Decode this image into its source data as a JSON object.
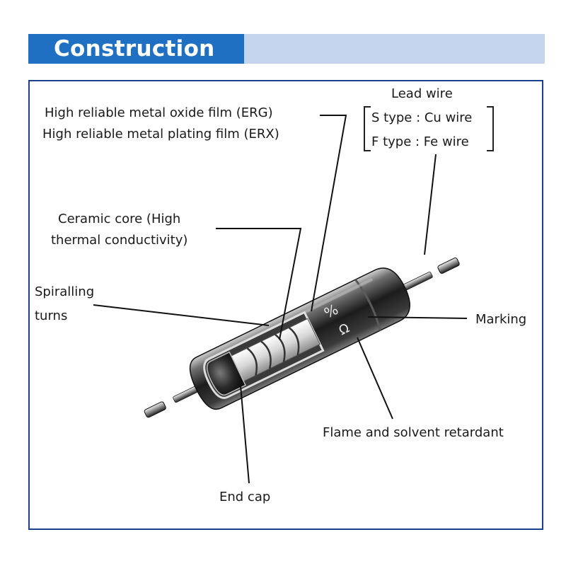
{
  "header": {
    "title": "Construction",
    "title_bg": "#1f6fc2",
    "band_bg": "#c5d5ee",
    "frame_color": "#1a3f8c"
  },
  "labels": {
    "film_line1": "High reliable metal oxide film (ERG)",
    "film_line2": "High reliable metal plating film (ERX)",
    "ceramic_line1": "Ceramic core (High",
    "ceramic_line2": "thermal conductivity)",
    "spiral_line1": "Spiralling",
    "spiral_line2": "turns",
    "lead_title": "Lead wire",
    "lead_s": "S type : Cu wire",
    "lead_f": "F type : Fe wire",
    "marking": "Marking",
    "flame": "Flame and solvent retardant",
    "endcap": "End cap"
  },
  "resistor": {
    "mark_percent": "%",
    "mark_ohm": "Ω"
  }
}
